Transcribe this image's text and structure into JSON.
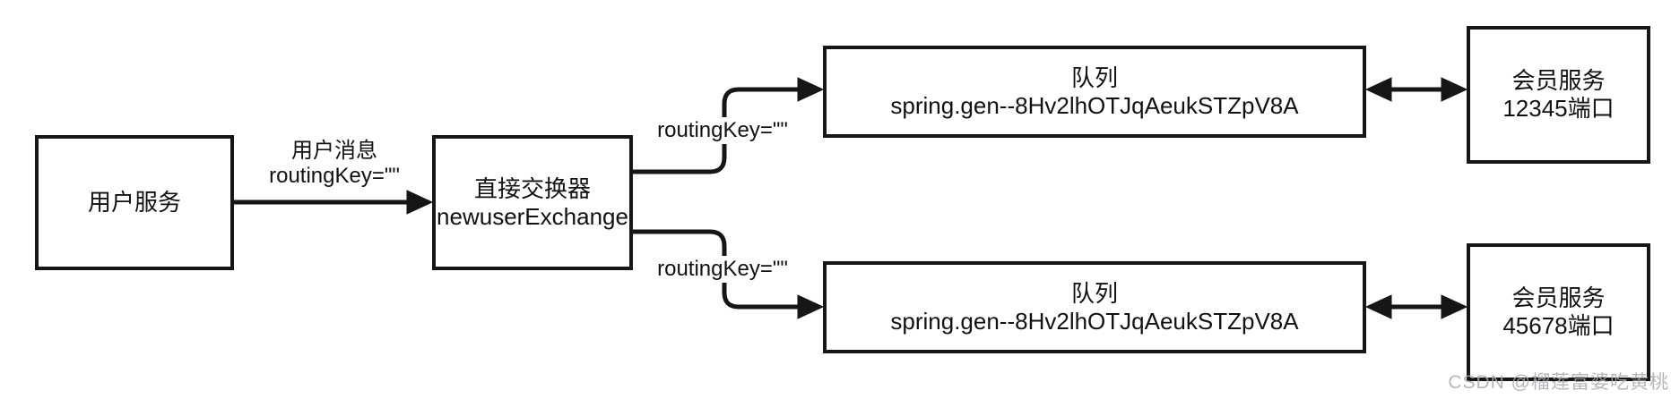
{
  "canvas": {
    "background_color": "#ffffff",
    "line_color": "#161616"
  },
  "nodes": {
    "user_service": {
      "label": "用户服务"
    },
    "exchange": {
      "line1": "直接交换器",
      "line2": "newuserExchange"
    },
    "queue_top": {
      "line1": "队列",
      "line2": "spring.gen--8Hv2lhOTJqAeukSTZpV8A"
    },
    "queue_bottom": {
      "line1": "队列",
      "line2": "spring.gen--8Hv2lhOTJqAeukSTZpV8A"
    },
    "member_service_top": {
      "line1": "会员服务",
      "line2": "12345端口"
    },
    "member_service_bottom": {
      "line1": "会员服务",
      "line2": "45678端口"
    }
  },
  "edges": {
    "user_to_exchange": {
      "label_line1": "用户消息",
      "label_line2": "routingKey=\"\""
    },
    "exchange_to_queue_top": {
      "label": "routingKey=\"\""
    },
    "exchange_to_queue_bottom": {
      "label": "routingKey=\"\""
    }
  },
  "watermark": {
    "text": "CSDN @榴莲富婆吃黄桃",
    "color": "#a8abae"
  }
}
